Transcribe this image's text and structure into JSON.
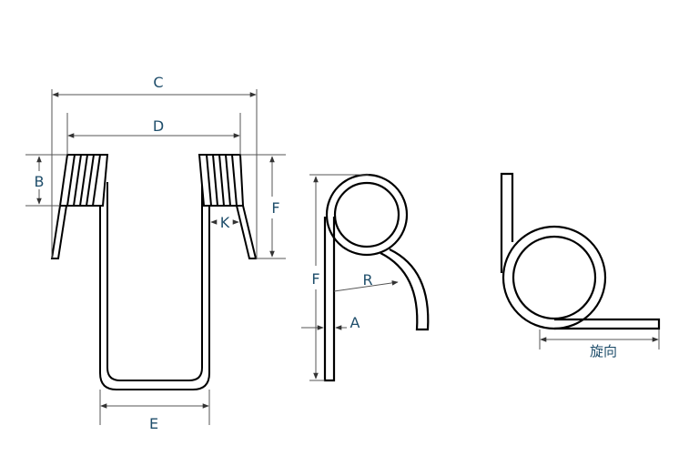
{
  "diagram": {
    "type": "torsion-spring-dimension-drawing",
    "colors": {
      "line": "#000000",
      "dimension_line": "#555555",
      "label": "#1f4e6b",
      "background": "#ffffff"
    },
    "views": [
      {
        "name": "double-torsion-spring-front-view",
        "labels": {
          "C": "C",
          "D": "D",
          "B": "B",
          "K": "K",
          "F": "F",
          "E": "E"
        }
      },
      {
        "name": "torsion-spring-side-view",
        "labels": {
          "F": "F",
          "R": "R",
          "A": "A"
        }
      },
      {
        "name": "winding-direction-view",
        "labels": {
          "direction": "旋向"
        }
      }
    ]
  }
}
